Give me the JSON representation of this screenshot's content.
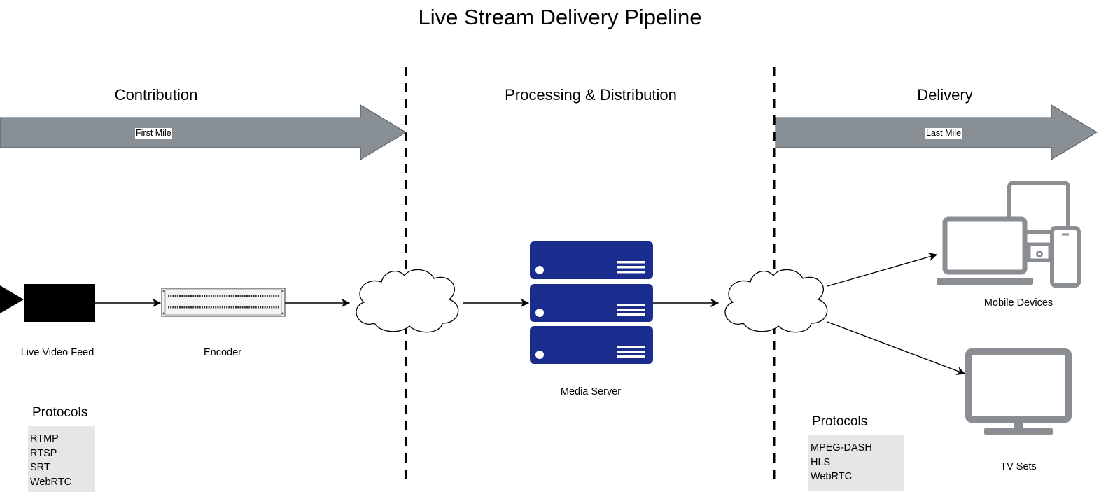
{
  "title": "Live Stream Delivery Pipeline",
  "phases": {
    "contribution": "Contribution",
    "processing": "Processing & Distribution",
    "delivery": "Delivery"
  },
  "arrows": {
    "first_mile": "First Mile",
    "last_mile": "Last Mile"
  },
  "nodes": {
    "live_video_feed": "Live Video Feed",
    "encoder": "Encoder",
    "media_server": "Media Server",
    "mobile_devices": "Mobile Devices",
    "tv_sets": "TV Sets"
  },
  "protocols_left": {
    "heading": "Protocols",
    "items": [
      "RTMP",
      "RTSP",
      "SRT",
      "WebRTC"
    ]
  },
  "protocols_right": {
    "heading": "Protocols",
    "items": [
      "MPEG-DASH",
      "HLS",
      "WebRTC"
    ]
  },
  "colors": {
    "arrow_fill": "#889096",
    "server_blue": "#1a2d8f",
    "device_gray": "#8a8e92",
    "protocol_box": "#e6e6e6"
  }
}
